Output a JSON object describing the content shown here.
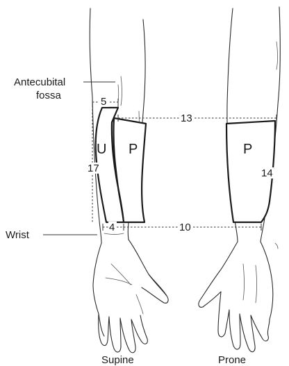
{
  "labels": {
    "antecubital_line1": "Antecubital",
    "antecubital_line2": "fossa",
    "wrist": "Wrist",
    "supine": "Supine",
    "prone": "Prone"
  },
  "regions": {
    "ulnar": "U",
    "palmar_supine": "P",
    "prone_region": "P"
  },
  "measurements": {
    "ulnar_top_width": "5",
    "proximal_width": "13",
    "ulnar_length": "17",
    "prone_length": "14",
    "ulnar_bottom_width": "4",
    "distal_width": "10"
  }
}
